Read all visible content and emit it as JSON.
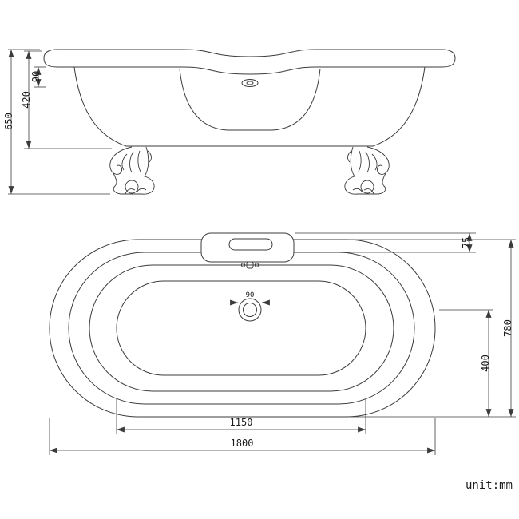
{
  "drawing": {
    "unit_note": "unit:mm",
    "front_view": {
      "height_total": "650",
      "height_body": "420",
      "rim_height": "90"
    },
    "plan_view": {
      "deck_depth": "75",
      "width_overall": "780",
      "drain_offset": "400",
      "drain_diameter": "90",
      "length_inner": "1150",
      "length_overall": "1800"
    }
  }
}
